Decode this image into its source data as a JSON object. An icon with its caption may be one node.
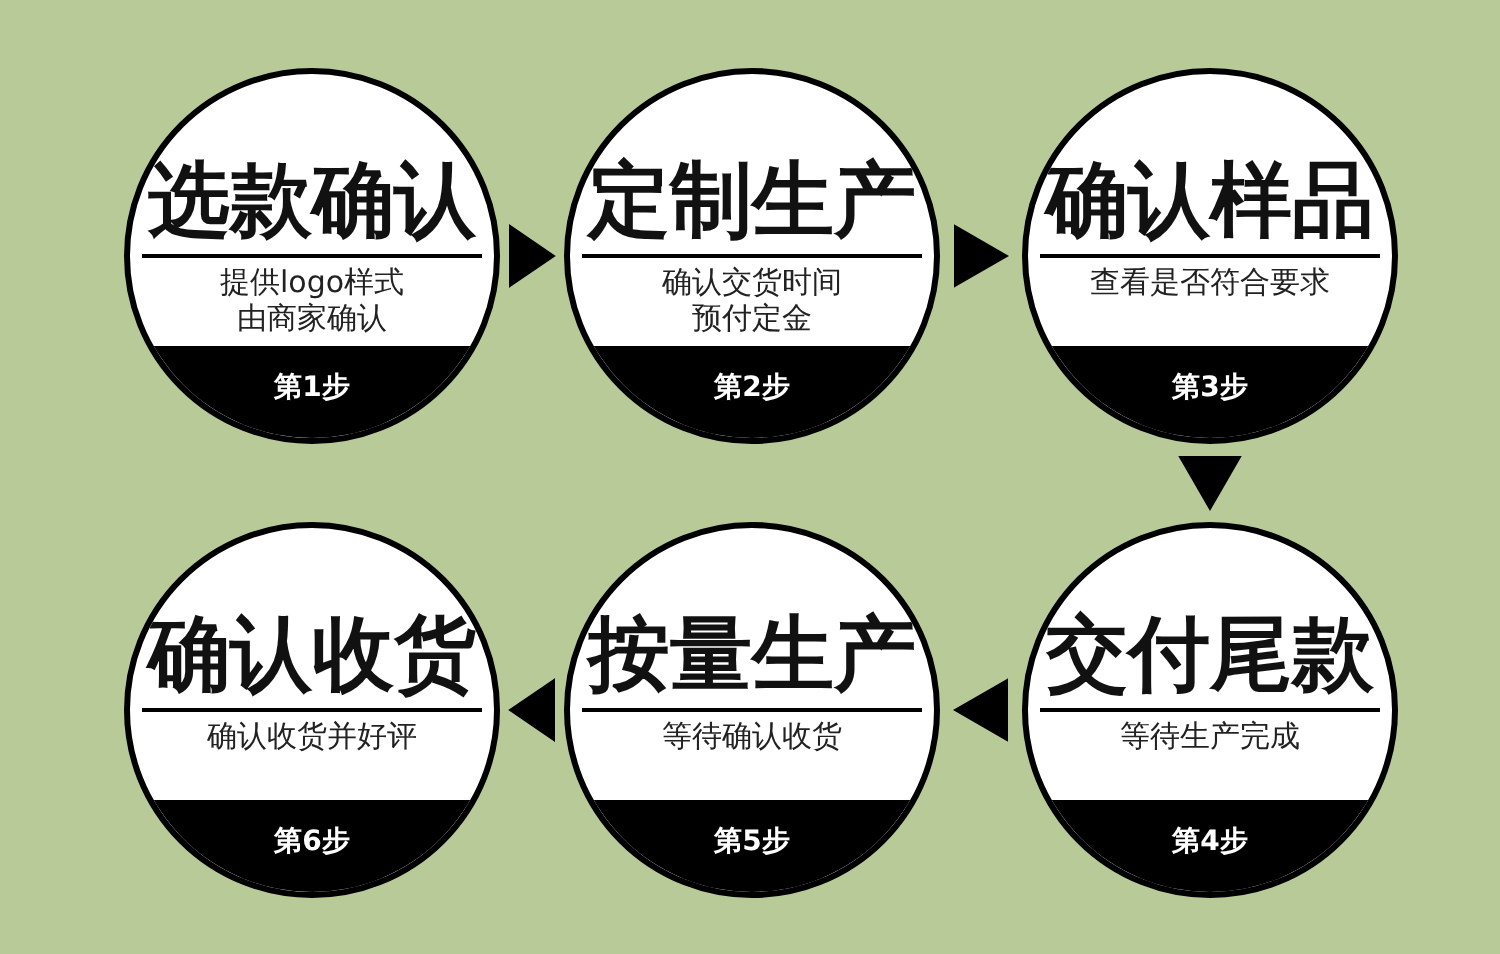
{
  "diagram": {
    "nodes": [
      {
        "text": [
          "选款确认",
          "提供logo样式由商家确认",
          "第1步"
        ]
      },
      {
        "text": [
          "定制生产",
          "确认交货时间预付定金",
          "第2步"
        ]
      },
      {
        "text": [
          "确认样品",
          "查看是否符合要求",
          "第3步"
        ]
      },
      {
        "text": [
          "交付尾款",
          "等待生产完成",
          "第4步"
        ]
      },
      {
        "text": [
          "按量生产",
          "等待确认收货",
          "第5步"
        ]
      },
      {
        "text": [
          "确认收货",
          "确认收货并好评",
          "第6步"
        ]
      }
    ],
    "edges": [
      {
        "from": 0,
        "to": 1,
        "arrow": "to"
      },
      {
        "from": 1,
        "to": 2,
        "arrow": "to"
      },
      {
        "from": 2,
        "to": 3,
        "arrow": "to"
      },
      {
        "from": 3,
        "to": 4,
        "arrow": "to"
      },
      {
        "from": 4,
        "to": 5,
        "arrow": "to"
      }
    ]
  }
}
